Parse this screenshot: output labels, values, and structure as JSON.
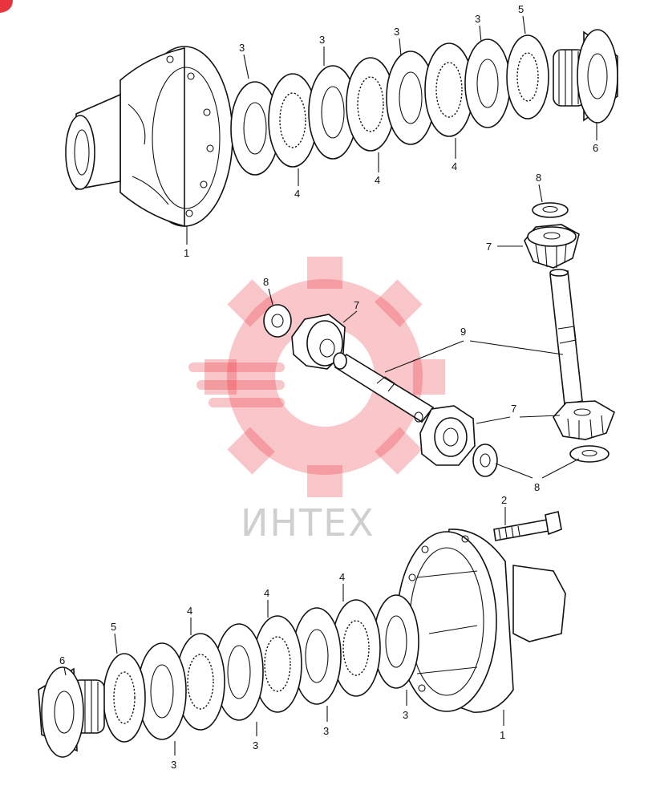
{
  "watermark": {
    "brand_text": "ИНТЕХ",
    "color": "#e8343c"
  },
  "callouts": {
    "top_housing": "1",
    "top_plates_3": "3",
    "top_discs_4": "4",
    "top_washer_5": "5",
    "top_gear_6": "6",
    "pinion_7": "7",
    "washer_8": "8",
    "shaft_9": "9",
    "bolt_2": "2",
    "bottom_housing": "1",
    "bottom_plates_3": "3",
    "bottom_discs_4": "4",
    "bottom_washer_5": "5",
    "bottom_gear_6": "6"
  },
  "icons": [
    "gear-watermark-icon"
  ]
}
